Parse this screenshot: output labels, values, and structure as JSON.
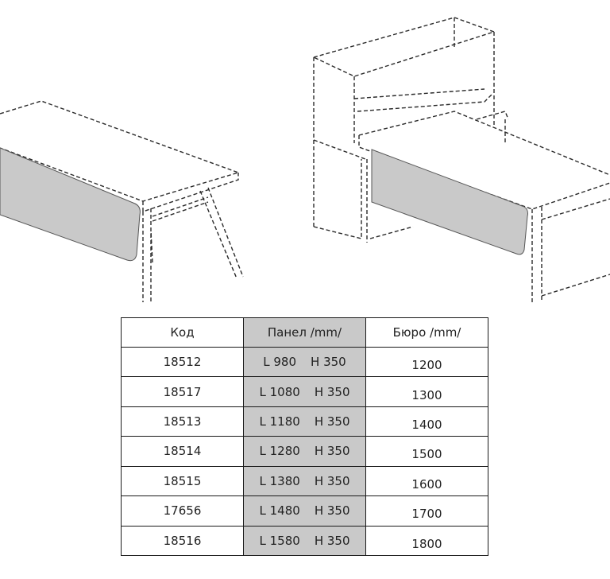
{
  "table": {
    "headers": {
      "code": "Код",
      "panel": "Панел /mm/",
      "desk": "Бюро /mm/"
    },
    "rows": [
      {
        "code": "18512",
        "panel_l": "L 980",
        "panel_h": "H 350",
        "desk": "1200"
      },
      {
        "code": "18517",
        "panel_l": "L 1080",
        "panel_h": "H 350",
        "desk": "1300"
      },
      {
        "code": "18513",
        "panel_l": "L 1180",
        "panel_h": "H 350",
        "desk": "1400"
      },
      {
        "code": "18514",
        "panel_l": "L 1280",
        "panel_h": "H 350",
        "desk": "1500"
      },
      {
        "code": "18515",
        "panel_l": "L 1380",
        "panel_h": "H 350",
        "desk": "1600"
      },
      {
        "code": "17656",
        "panel_l": "L 1480",
        "panel_h": "H 350",
        "desk": "1700"
      },
      {
        "code": "18516",
        "panel_l": "L 1580",
        "panel_h": "H 350",
        "desk": "1800"
      }
    ]
  },
  "colors": {
    "panel_fill": "#c9c9c9",
    "panel_column": "#c9c9c9",
    "line": "#1a1a1a"
  }
}
